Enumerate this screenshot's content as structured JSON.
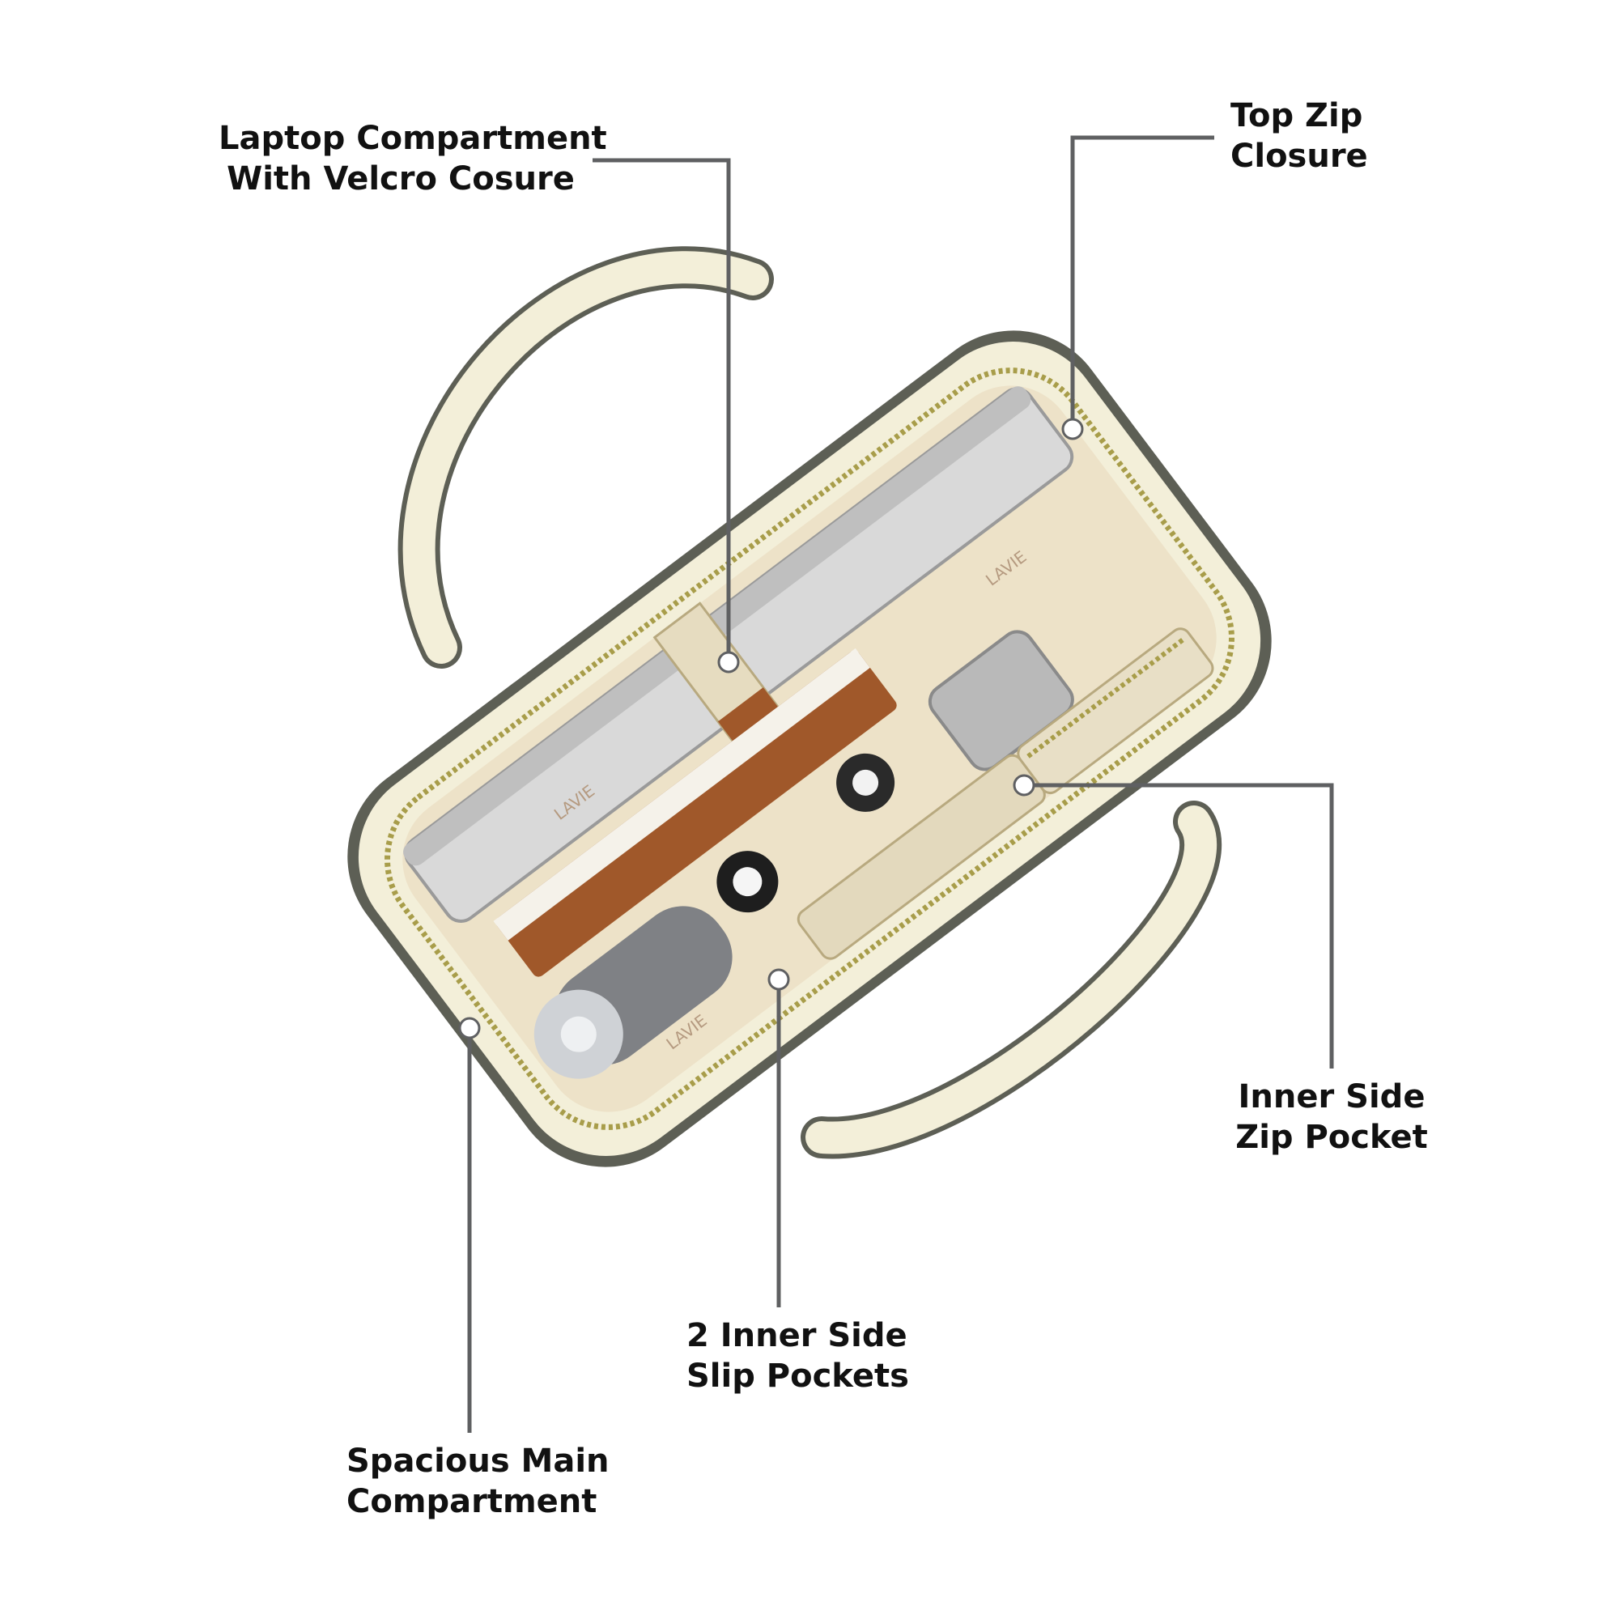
{
  "callouts": {
    "laptop": {
      "line1": "Laptop Compartment",
      "line2": "With Velcro Cosure"
    },
    "top_zip": {
      "line1": "Top Zip",
      "line2": "Closure"
    },
    "inner_zip": {
      "line1": "Inner Side",
      "line2": "Zip Pocket"
    },
    "slip_pockets": {
      "line1": "2 Inner Side",
      "line2": "Slip Pockets"
    },
    "main": {
      "line1": "Spacious Main",
      "line2": "Compartment"
    }
  },
  "brand": {
    "lining_text": "LAVIE"
  },
  "colors": {
    "leader_line": "#5f6062",
    "bag_body": "#f3efd9",
    "bag_lining": "#ede2c8",
    "bag_trim": "#5d5f55",
    "zipper": "#a89d4a",
    "strap_brown": "#a0582a"
  }
}
